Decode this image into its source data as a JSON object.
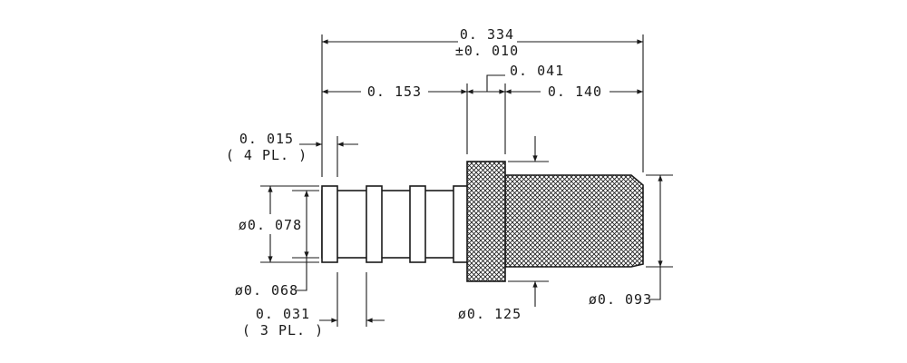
{
  "dimensions": {
    "overall_length": "0. 334",
    "overall_tolerance": "±0. 010",
    "collar_width": "0. 041",
    "shank_length": "0. 153",
    "knurl_length": "0. 140",
    "barb_width": "0. 015",
    "barb_width_qty": "( 4 PL. )",
    "barb_pitch": "0. 031",
    "barb_pitch_qty": "( 3 PL. )",
    "barb_diameter": "ø0. 078",
    "shank_diameter": "ø0. 068",
    "collar_diameter": "ø0. 125",
    "knurl_diameter": "ø0. 093"
  }
}
